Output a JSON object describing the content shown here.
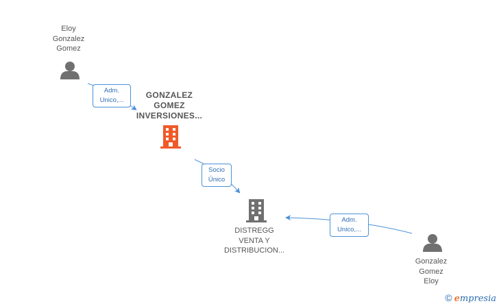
{
  "nodes": {
    "eloy_top": {
      "lines": [
        "Eloy",
        "Gonzalez",
        "Gomez"
      ]
    },
    "company_main": {
      "lines": [
        "GONZALEZ",
        "GOMEZ",
        "INVERSIONES..."
      ]
    },
    "company_distregg": {
      "lines": [
        "DISTREGG",
        "VENTA Y",
        "DISTRIBUCION..."
      ]
    },
    "gonzalez_bottom": {
      "lines": [
        "Gonzalez",
        "Gomez",
        "Eloy"
      ]
    }
  },
  "edges": {
    "adm_top": {
      "lines": [
        "Adm.",
        "Unico,..."
      ]
    },
    "socio": {
      "lines": [
        "Socio",
        "Único"
      ]
    },
    "adm_bottom": {
      "lines": [
        "Adm.",
        "Unico,..."
      ]
    }
  },
  "colors": {
    "edge": "#4a90d9",
    "person_icon": "#707070",
    "company_highlight": "#f05a28",
    "company_normal": "#707070"
  },
  "icons": {
    "person": "person-icon",
    "building": "building-icon"
  },
  "watermark": {
    "copyright": "©",
    "brand_e": "e",
    "brand_rest": "mpresia"
  }
}
